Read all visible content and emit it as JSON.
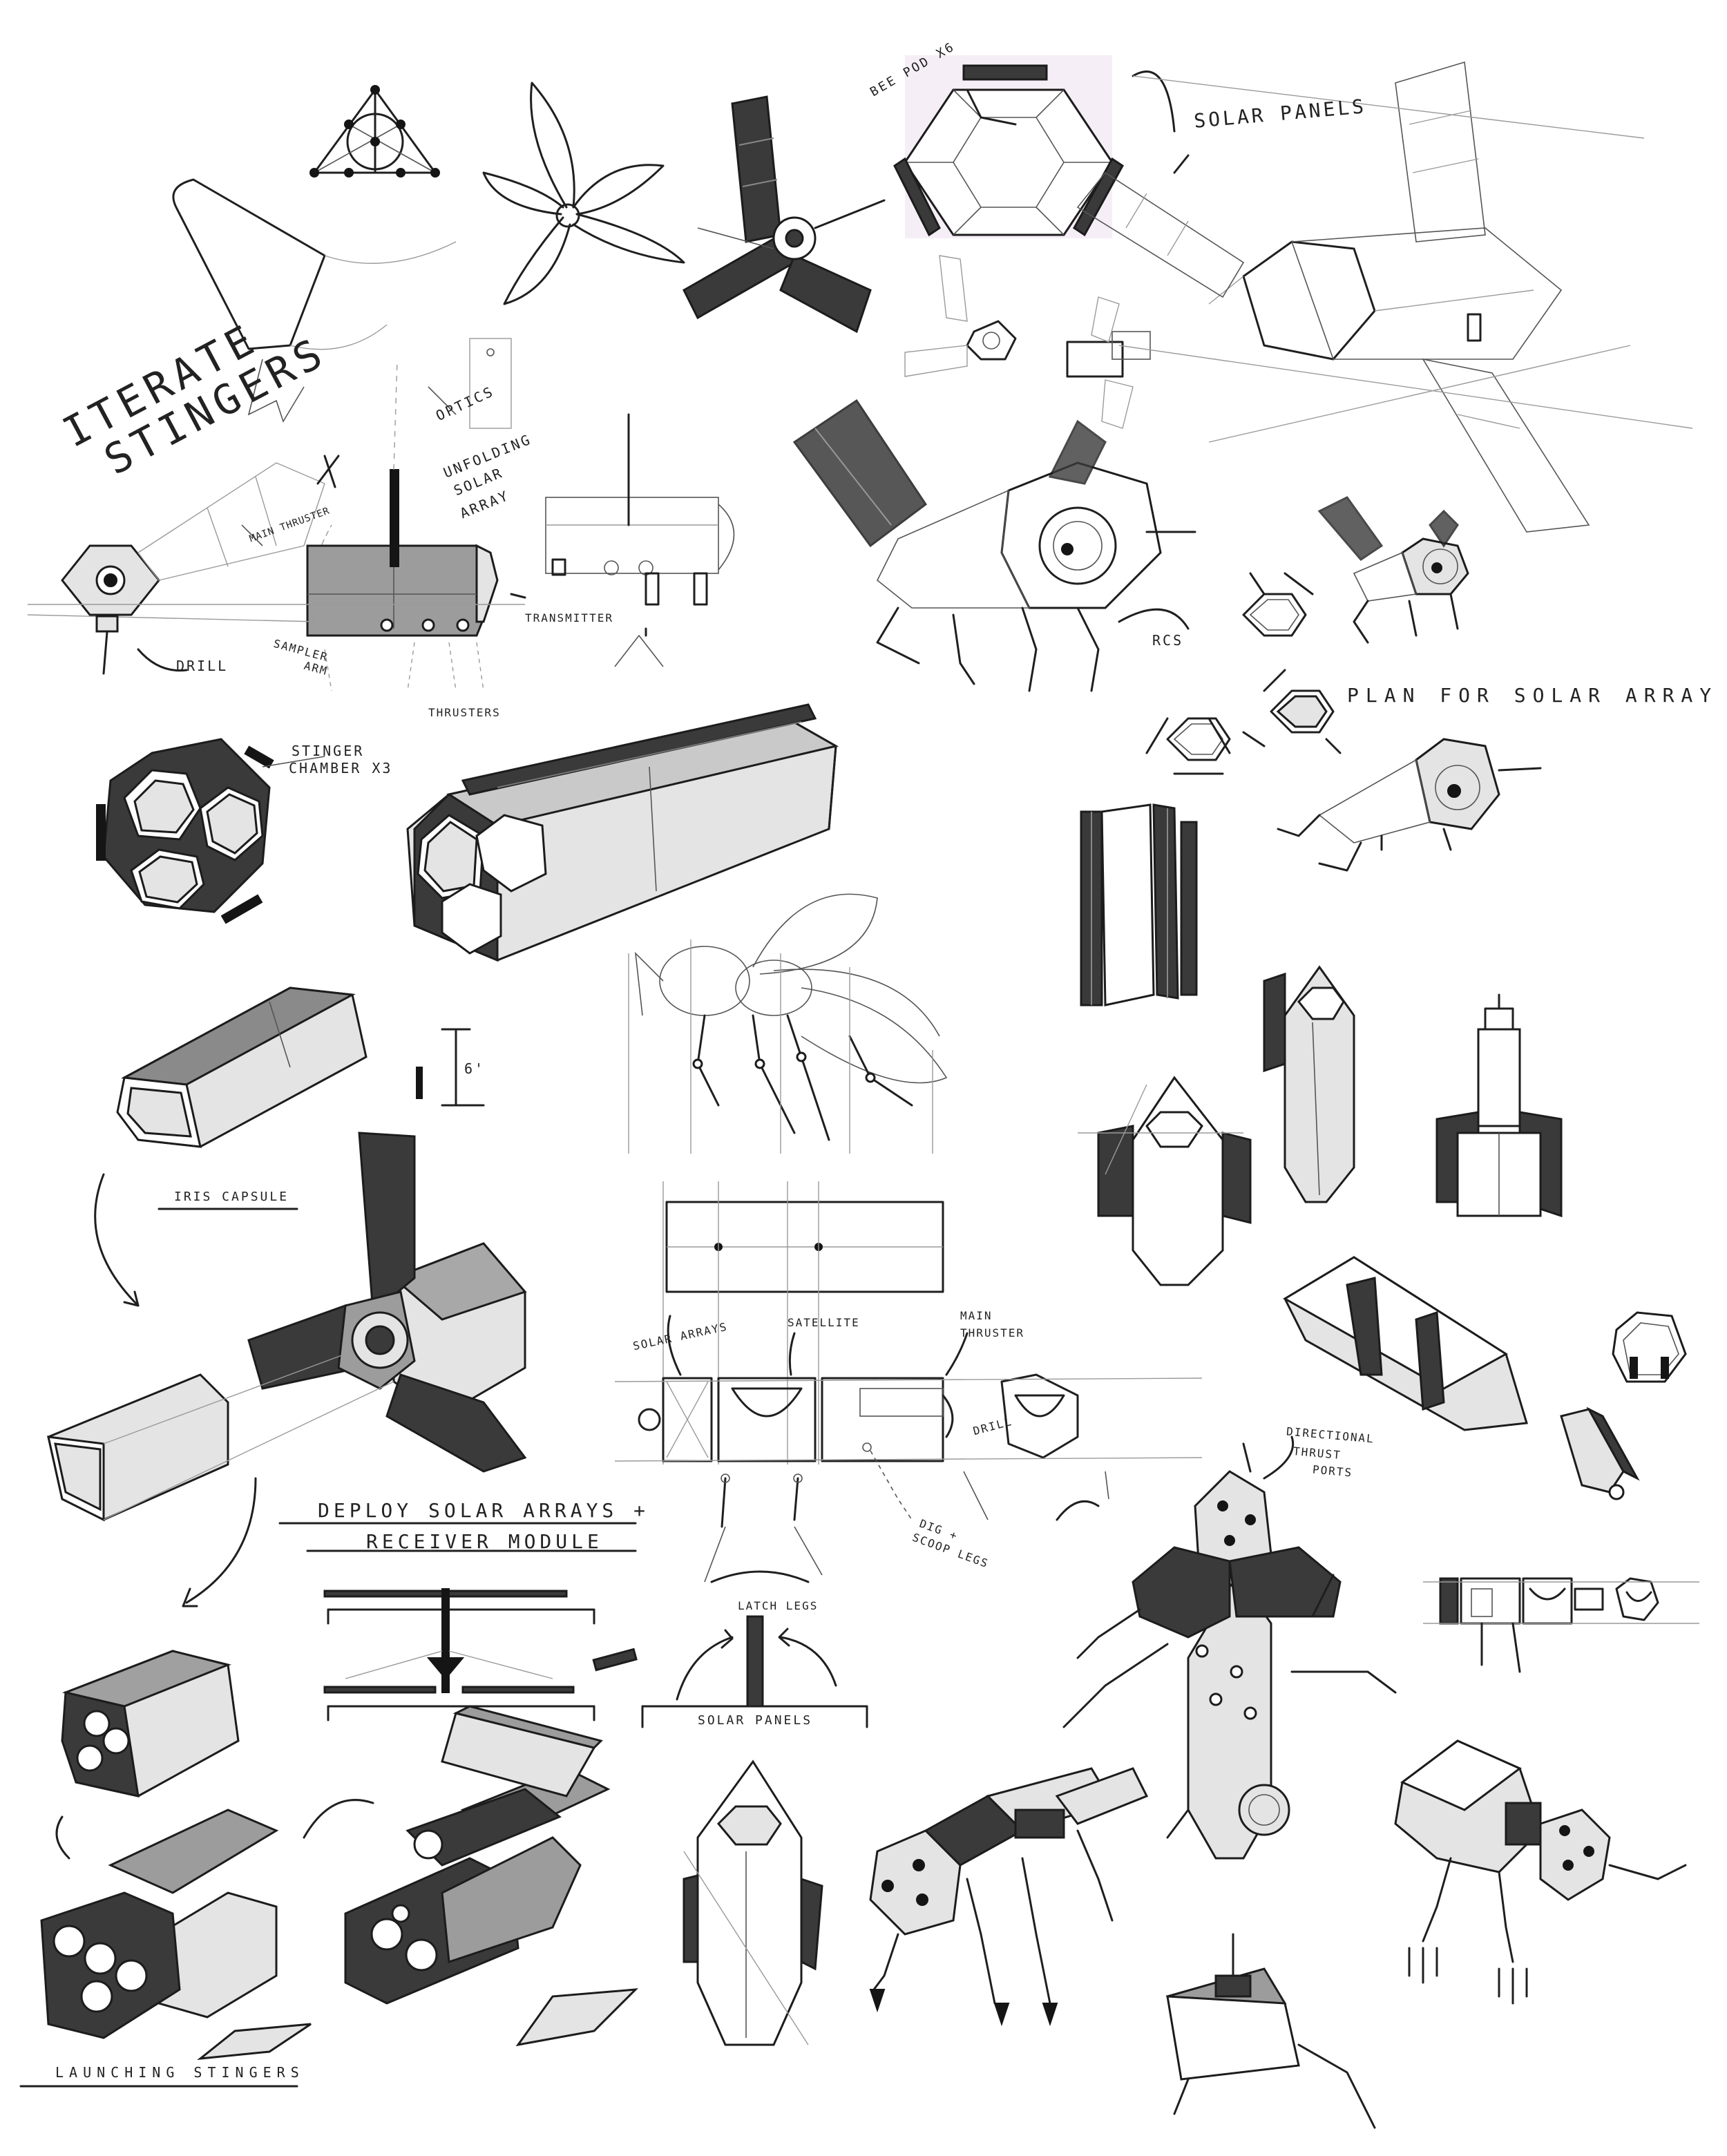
{
  "labels": {
    "iterate": "ITERATE",
    "stingers_title": "STINGERS",
    "optics": "OPTICS",
    "unfolding": "UNFOLDING",
    "solar": "SOLAR",
    "array": "ARRAY",
    "main_thruster": "MAIN THRUSTER",
    "transmitter": "TRANSMITTER",
    "drill": "DRILL",
    "sampler": "SAMPLER",
    "arm": "ARM",
    "thrusters": "THRUSTERS",
    "bee_pod": "BEE POD X6",
    "solar_panels_top": "SOLAR PANELS",
    "rcs": "RCS",
    "plan_solar": "PLAN FOR SOLAR ARRAY",
    "stinger_chamber": "STINGER",
    "chamber_x3": "CHAMBER X3",
    "measure": "6'",
    "iris_capsule": "IRIS CAPSULE",
    "solar_arrays": "SOLAR ARRAYS",
    "satellite": "SATELLITE",
    "main": "MAIN",
    "thruster": "THRUSTER",
    "drill_mid": "DRILL",
    "dig_scoop": "DIG +",
    "scoop_legs": "SCOOP LEGS",
    "latch_legs": "LATCH LEGS",
    "solar_panels_mid": "SOLAR PANELS",
    "deploy": "DEPLOY SOLAR ARRAYS +",
    "receiver": "RECEIVER MODULE",
    "directional": "DIRECTIONAL",
    "thrust": "THRUST",
    "ports": "PORTS",
    "launching": "LAUNCHING STINGERS"
  }
}
